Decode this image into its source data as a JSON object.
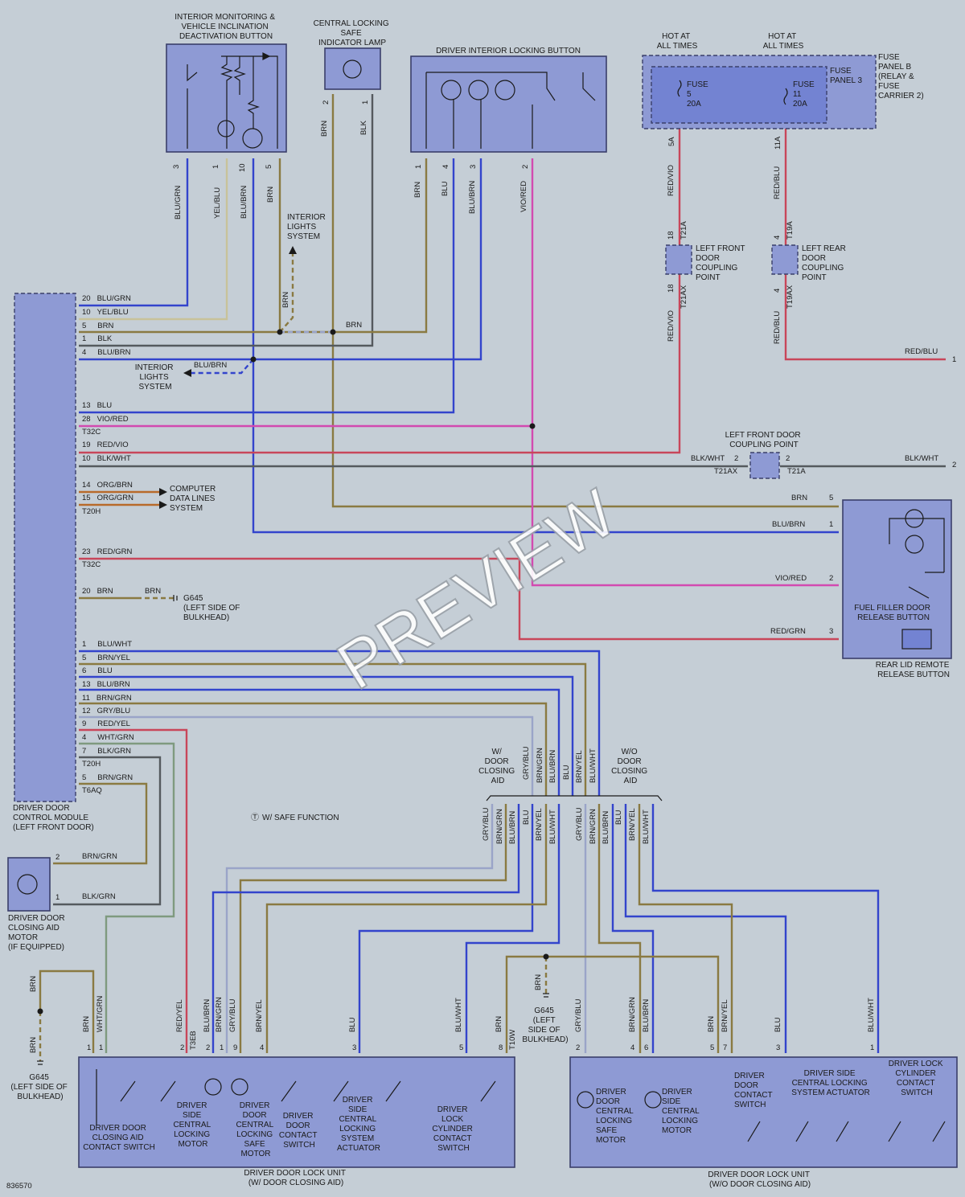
{
  "colors": {
    "background": "#c5ced6",
    "component_fill": "#8e9ad4",
    "fuse_fill": "#7383d2",
    "wire_blu": "#3344cc",
    "wire_brn": "#8a7a42",
    "wire_red": "#c8465a",
    "wire_vio": "#d24ab0",
    "wire_yel": "#c8c29a",
    "wire_blk": "#555a5e",
    "wire_grn": "#7f9a7f",
    "wire_gry": "#9aa4c8",
    "wire_org": "#b86a2a"
  },
  "top_components": {
    "interior_monitor": [
      "INTERIOR MONITORING &",
      "VEHICLE INCLINATION",
      "DEACTIVATION BUTTON"
    ],
    "safe_lamp": [
      "CENTRAL LOCKING",
      "SAFE",
      "INDICATOR LAMP"
    ],
    "driver_lock_button": "DRIVER INTERIOR LOCKING BUTTON",
    "hot_at_all_times": [
      "HOT AT",
      "ALL TIMES"
    ],
    "fuse_panel_b": [
      "FUSE",
      "PANEL B",
      "(RELAY &",
      "FUSE",
      "CARRIER 2)"
    ],
    "fuse_panel_3": [
      "FUSE",
      "PANEL 3"
    ],
    "fuse5": [
      "FUSE",
      "5",
      "20A"
    ],
    "fuse11": [
      "FUSE",
      "11",
      "20A"
    ]
  },
  "coupling": {
    "left_front": [
      "LEFT FRONT",
      "DOOR",
      "COUPLING",
      "POINT"
    ],
    "left_rear": [
      "LEFT REAR",
      "DOOR",
      "COUPLING",
      "POINT"
    ],
    "lf_door_title": [
      "LEFT FRONT DOOR",
      "COUPLING POINT"
    ],
    "t21a": "T21A",
    "t21ax": "T21AX",
    "t19a": "T19A",
    "t19ax": "T19AX"
  },
  "pins": {
    "imon": [
      "3",
      "1",
      "10",
      "5"
    ],
    "lamp": [
      "2",
      "1"
    ],
    "dlb": [
      "1",
      "4",
      "3",
      "2"
    ],
    "f5": "5A",
    "f11": "11A",
    "lf": [
      "18",
      "18"
    ],
    "lr": [
      "4",
      "4"
    ],
    "lfd": [
      "2",
      "2"
    ],
    "rear_lid": [
      "5",
      "1",
      "2",
      "3"
    ],
    "motor": [
      "2",
      "1"
    ],
    "edge": [
      "1",
      "2"
    ]
  },
  "wires": {
    "imon": [
      "BLU/GRN",
      "YEL/BLU",
      "BLU/BRN",
      "BRN"
    ],
    "lamp": [
      "BRN",
      "BLK"
    ],
    "dlb": [
      "BRN",
      "BLU",
      "BLU/BRN",
      "VIO/RED"
    ],
    "f5": "RED/VIO",
    "f11": "RED/BLU",
    "brn_up": "BRN",
    "brn_bus": "BRN",
    "blubrn_branch": "BLU/BRN",
    "red_blu_out": "RED/BLU",
    "blk_wht_left": "BLK/WHT",
    "blk_wht_out": "BLK/WHT",
    "g645_brn": "BRN",
    "rear_lid": [
      "BRN",
      "BLU/BRN",
      "VIO/RED",
      "RED/GRN"
    ],
    "motor": [
      "BRN/GRN",
      "BLK/GRN"
    ]
  },
  "module_pins": [
    {
      "pin": "20",
      "color": "BLU/GRN"
    },
    {
      "pin": "10",
      "color": "YEL/BLU"
    },
    {
      "pin": "5",
      "color": "BRN"
    },
    {
      "pin": "1",
      "color": "BLK"
    },
    {
      "pin": "4",
      "color": "BLU/BRN"
    },
    {
      "pin": "13",
      "color": "BLU"
    },
    {
      "pin": "28",
      "color": "VIO/RED"
    },
    {
      "pin": "19",
      "color": "RED/VIO"
    },
    {
      "pin": "10",
      "color": "BLK/WHT"
    },
    {
      "pin": "14",
      "color": "ORG/BRN"
    },
    {
      "pin": "15",
      "color": "ORG/GRN"
    },
    {
      "pin": "23",
      "color": "RED/GRN"
    },
    {
      "pin": "20",
      "color": "BRN"
    },
    {
      "pin": "1",
      "color": "BLU/WHT"
    },
    {
      "pin": "5",
      "color": "BRN/YEL"
    },
    {
      "pin": "6",
      "color": "BLU"
    },
    {
      "pin": "13",
      "color": "BLU/BRN"
    },
    {
      "pin": "11",
      "color": "BRN/GRN"
    },
    {
      "pin": "12",
      "color": "GRY/BLU"
    },
    {
      "pin": "9",
      "color": "RED/YEL"
    },
    {
      "pin": "4",
      "color": "WHT/GRN"
    },
    {
      "pin": "7",
      "color": "BLK/GRN"
    },
    {
      "pin": "5",
      "color": "BRN/GRN"
    }
  ],
  "connectors": {
    "t32c_a": "T32C",
    "t32c_b": "T32C",
    "t20h_a": "T20H",
    "t20h_b": "T20H",
    "t6aq": "T6AQ",
    "t3eb": "T3EB",
    "t10w": "T10W"
  },
  "module": {
    "name": [
      "DRIVER DOOR",
      "CONTROL MODULE",
      "(LEFT FRONT DOOR)"
    ]
  },
  "systems": {
    "interior_lights_top": [
      "INTERIOR",
      "LIGHTS",
      "SYSTEM"
    ],
    "interior_lights_left": [
      "INTERIOR",
      "LIGHTS",
      "SYSTEM"
    ],
    "computer_data": [
      "COMPUTER",
      "DATA LINES",
      "SYSTEM"
    ]
  },
  "ground": {
    "g645_mid": [
      "G645",
      "(LEFT SIDE OF",
      "BULKHEAD)"
    ],
    "g645_left": [
      "G645",
      "(LEFT SIDE OF",
      "BULKHEAD)"
    ],
    "g645_lower": [
      "G645",
      "(LEFT",
      "SIDE OF",
      "BULKHEAD)"
    ]
  },
  "rear_lid": {
    "fuel_filler": [
      "FUEL FILLER DOOR",
      "RELEASE BUTTON"
    ],
    "name": [
      "REAR LID REMOTE",
      "RELEASE BUTTON"
    ]
  },
  "safe_note": "W/ SAFE FUNCTION",
  "motor": {
    "name": [
      "DRIVER DOOR",
      "CLOSING AID",
      "MOTOR",
      "(IF EQUIPPED)"
    ]
  },
  "variants": {
    "with": [
      "W/",
      "DOOR",
      "CLOSING",
      "AID"
    ],
    "without": [
      "W/O",
      "DOOR",
      "CLOSING",
      "AID"
    ],
    "with_wires": [
      "GRY/BLU",
      "BRN/GRN",
      "BLU/BRN",
      "BLU",
      "BRN/YEL",
      "BLU/WHT"
    ],
    "without_wires": [
      "GRY/BLU",
      "BRN/GRN",
      "BLU/BRN",
      "BLU",
      "BRN/YEL",
      "BLU/WHT"
    ],
    "top_wires": [
      "GRY/BLU",
      "BRN/GRN",
      "BLU/BRN",
      "BLU",
      "BRN/YEL",
      "BLU/WHT"
    ]
  },
  "lower_wires_with": [
    "BRN",
    "BRN",
    "WHT/GRN",
    "RED/YEL",
    "BLU/BRN",
    "BRN/GRN",
    "GRY/BLU",
    "BRN/YEL",
    "BLU",
    "BLU/WHT",
    "BRN"
  ],
  "lower_pins_with": [
    "1",
    "2",
    "3",
    "2",
    "9",
    "4",
    "3",
    "5",
    "8"
  ],
  "lower_wires_without": [
    "BRN",
    "GRY/BLU",
    "BRN/GRN",
    "BLU/BRN",
    "BRN",
    "BRN/YEL",
    "BLU",
    "BLU/WHT"
  ],
  "lower_pins_without": [
    "2",
    "4",
    "6",
    "5",
    "7",
    "3",
    "1"
  ],
  "lock_with": {
    "contact": [
      "DRIVER DOOR",
      "CLOSING AID",
      "CONTACT SWITCH"
    ],
    "motor": [
      "DRIVER",
      "SIDE",
      "CENTRAL",
      "LOCKING",
      "MOTOR"
    ],
    "safe_motor": [
      "DRIVER",
      "DOOR",
      "CENTRAL",
      "LOCKING",
      "SAFE",
      "MOTOR"
    ],
    "door_contact": [
      "DRIVER",
      "DOOR",
      "CONTACT",
      "SWITCH"
    ],
    "actuator": [
      "DRIVER",
      "SIDE",
      "CENTRAL",
      "LOCKING",
      "SYSTEM",
      "ACTUATOR"
    ],
    "cylinder": [
      "DRIVER",
      "LOCK",
      "CYLINDER",
      "CONTACT",
      "SWITCH"
    ],
    "title": [
      "DRIVER DOOR LOCK UNIT",
      "(W/ DOOR CLOSING AID)"
    ]
  },
  "lock_without": {
    "safe_motor": [
      "DRIVER",
      "DOOR",
      "CENTRAL",
      "LOCKING",
      "SAFE",
      "MOTOR"
    ],
    "motor": [
      "DRIVER",
      "SIDE",
      "CENTRAL",
      "LOCKING",
      "MOTOR"
    ],
    "door_contact": [
      "DRIVER",
      "DOOR",
      "CONTACT",
      "SWITCH"
    ],
    "actuator": [
      "DRIVER SIDE",
      "CENTRAL LOCKING",
      "SYSTEM ACTUATOR"
    ],
    "cylinder": [
      "DRIVER LOCK",
      "CYLINDER",
      "CONTACT",
      "SWITCH"
    ],
    "title": [
      "DRIVER DOOR LOCK UNIT",
      "(W/O DOOR CLOSING AID)"
    ]
  },
  "watermark": "PREVIEW",
  "diagram_id": "836570"
}
